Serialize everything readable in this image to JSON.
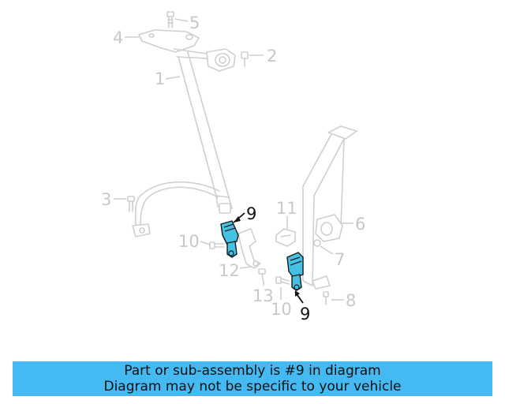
{
  "callouts": {
    "c1": "1",
    "c2": "2",
    "c3": "3",
    "c4": "4",
    "c5": "5",
    "c6": "6",
    "c7": "7",
    "c8": "8",
    "c9a": "9",
    "c9b": "9",
    "c10a": "10",
    "c10b": "10",
    "c11": "11",
    "c12": "12",
    "c13": "13"
  },
  "highlight_color": "#45c1e6",
  "banner": {
    "line1": "Part or sub-assembly is #9 in diagram",
    "line2": "Diagram may not be specific to your vehicle",
    "color": "#45b9f2"
  }
}
